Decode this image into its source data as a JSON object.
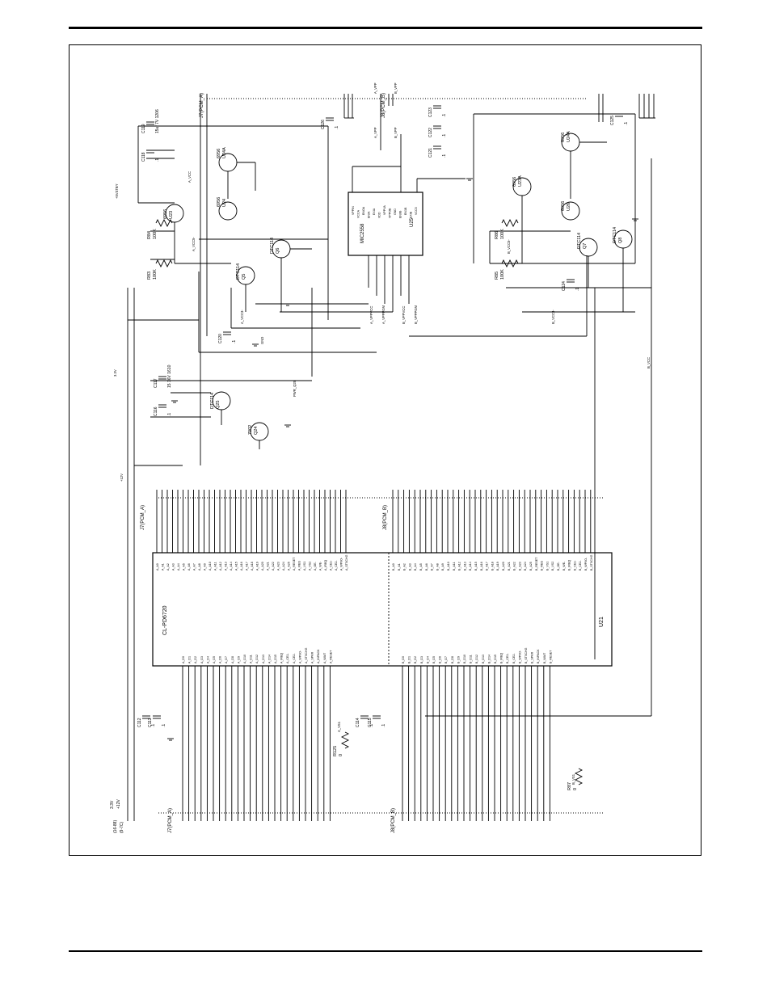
{
  "header": {},
  "schematic": {
    "chips": {
      "controller": {
        "part": "CL-PD6720",
        "ref": "U21"
      },
      "switch": {
        "part": "MIC2558",
        "ref": "U25"
      }
    },
    "connectors": {
      "j7": "J7(PCM_A)",
      "j8": "J8(PCM_B)"
    },
    "power_labels": [
      "3.3V",
      "+12V",
      "A_VCC",
      "B_VCC",
      "A_VPP",
      "B_VPP",
      "GND",
      "+5VSTBY"
    ],
    "power_header": [
      "(16-88)",
      "(9-7C)"
    ],
    "transistors": [
      {
        "part": "DTC114",
        "ref": "Q25"
      },
      {
        "part": "7002",
        "ref": "Q24"
      },
      {
        "part": "DTC114",
        "ref": "Q5"
      },
      {
        "part": "DTC114",
        "ref": "Q6"
      },
      {
        "part": "DTC114",
        "ref": "Q7"
      },
      {
        "part": "DTC114",
        "ref": "Q8"
      }
    ],
    "mosfets": [
      {
        "part": "6956",
        "ref": "U23"
      },
      {
        "part": "6956",
        "ref": "U24"
      },
      {
        "part": "6956",
        "ref": "U24A"
      },
      {
        "part": "6956",
        "ref": "U23A"
      },
      {
        "part": "6956",
        "ref": "U26"
      },
      {
        "part": "6956",
        "ref": "U24A"
      }
    ],
    "resistors": [
      {
        "ref": "R84",
        "value": "100K"
      },
      {
        "ref": "R83",
        "value": "100K"
      },
      {
        "ref": "R86",
        "value": "100K"
      },
      {
        "ref": "R85",
        "value": "100K"
      },
      {
        "ref": "R125",
        "value": "0"
      },
      {
        "ref": "R87",
        "value": "0"
      }
    ],
    "capacitors": [
      {
        "ref": "C119",
        "value": "15uf 7V 1206"
      },
      {
        "ref": "C118",
        "value": ".1"
      },
      {
        "ref": "C126",
        "value": ".1"
      },
      {
        "ref": "C123",
        "value": ".1"
      },
      {
        "ref": "C122",
        "value": ".1"
      },
      {
        "ref": "C121",
        "value": ".1"
      },
      {
        "ref": "C125",
        "value": ".1"
      },
      {
        "ref": "C120",
        "value": ".1"
      },
      {
        "ref": "C117",
        "value": "15 16V 1610"
      },
      {
        "ref": "C116",
        "value": ".1"
      },
      {
        "ref": "C124",
        "value": ".1"
      },
      {
        "ref": "C112",
        "value": ".1"
      },
      {
        "ref": "C113",
        "value": ".1"
      },
      {
        "ref": "C114",
        "value": ".1"
      },
      {
        "ref": "C115",
        "value": ".1"
      }
    ],
    "a_address_pins": [
      "A_A0",
      "A_A1",
      "A_A2",
      "A_A3",
      "A_A4",
      "A_A5",
      "A_A6",
      "A_A7",
      "A_A8",
      "A_A9",
      "A_A10",
      "A_A11",
      "A_A12",
      "A_A13",
      "A_A14",
      "A_A15",
      "A_A16",
      "A_A17",
      "A_A18",
      "A_A19",
      "A_A20",
      "A_A21",
      "A_A22",
      "A_A23",
      "A_A24",
      "A_A25"
    ],
    "b_address_pins": [
      "B_A0",
      "B_A1",
      "B_A2",
      "B_A3",
      "B_A4",
      "B_A5",
      "B_A6",
      "B_A7",
      "B_A8",
      "B_A9",
      "B_A10",
      "B_A11",
      "B_A12",
      "B_A13",
      "B_A14",
      "B_A15",
      "B_A16",
      "B_A17",
      "B_A18",
      "B_A19",
      "B_A20",
      "B_A21",
      "B_A22",
      "B_A23",
      "B_A24",
      "B_A25"
    ],
    "a_data_pins": [
      "A_D0",
      "A_D1",
      "A_D2",
      "A_D3",
      "A_D4",
      "A_D5",
      "A_D6",
      "A_D7",
      "A_D8",
      "A_D9",
      "A_D10",
      "A_D11",
      "A_D12",
      "A_D13",
      "A_D14",
      "A_D15"
    ],
    "b_data_pins": [
      "B_D0",
      "B_D1",
      "B_D2",
      "B_D3",
      "B_D4",
      "B_D5",
      "B_D6",
      "B_D7",
      "B_D8",
      "B_D9",
      "B_D10",
      "B_D11",
      "B_D12",
      "B_D13",
      "B_D14",
      "B_D15"
    ],
    "a_ctrl_pins": [
      "A_IREQ",
      "A_CE1-",
      "A_CE2-",
      "A_WP/IO-",
      "A_STSCHG",
      "A_SPKR",
      "A_INPACK",
      "A_WAIT",
      "A_RESET",
      "A_REG",
      "A_VS1",
      "A_VS2",
      "A_OE-",
      "A_WE-"
    ],
    "b_ctrl_pins": [
      "B_IREQ",
      "B_CE1-",
      "B_CE2-",
      "B_WP/IO-",
      "B_STSCHG",
      "B_SPKR",
      "B_INPACK",
      "B_WAIT",
      "B_RESET",
      "B_REG",
      "B_VS1",
      "B_VS2",
      "B_OE-",
      "B_WE-"
    ],
    "switch_pins": [
      "VPPIN",
      "VCCA",
      "ENOA",
      "ENIA",
      "EXIA",
      "VDD",
      "VPPVA",
      "VPPOB",
      "GND",
      "EN0B",
      "EN1B",
      "EXIB",
      "VCC5"
    ],
    "net_labels": [
      "A_VCC5-",
      "A_VCC3-",
      "B_VCC5-",
      "B_VCC3-",
      "PWR_Q25",
      "A_VPPVCC",
      "A_VPPPGM",
      "B_VPPVCC",
      "B_VPPPGM",
      "A_VPP",
      "B_VPP",
      "A_VS1",
      "B_VS1"
    ]
  }
}
